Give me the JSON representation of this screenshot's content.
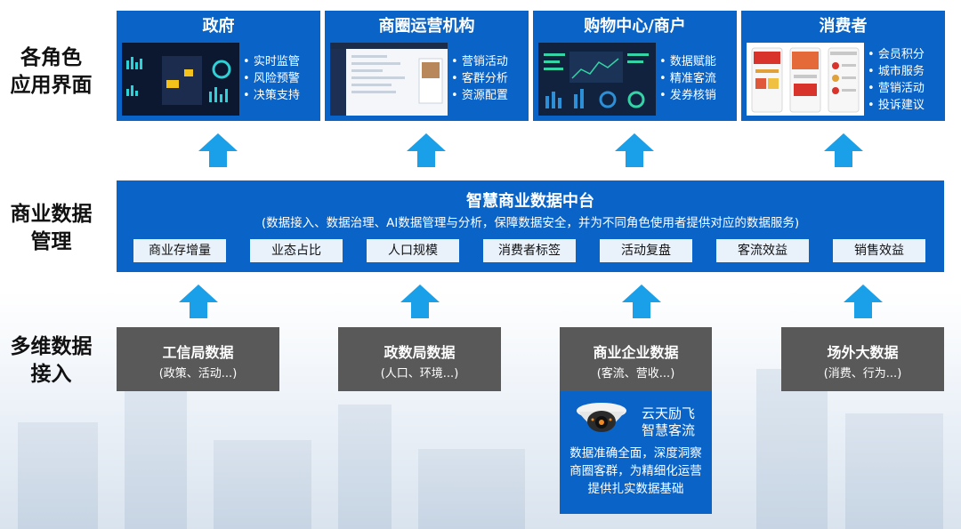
{
  "row_labels": {
    "top": "各角色\n应用界面",
    "middle": "商业数据\n管理",
    "bottom": "多维数据\n接入"
  },
  "roles": [
    {
      "title": "政府",
      "bullets": [
        "实时监管",
        "风险预警",
        "决策支持"
      ]
    },
    {
      "title": "商圈运营机构",
      "bullets": [
        "营销活动",
        "客群分析",
        "资源配置"
      ]
    },
    {
      "title": "购物中心/商户",
      "bullets": [
        "数据赋能",
        "精准客流",
        "发券核销"
      ]
    },
    {
      "title": "消费者",
      "bullets": [
        "会员积分",
        "城市服务",
        "营销活动",
        "投诉建议"
      ]
    }
  ],
  "platform": {
    "title": "智慧商业数据中台",
    "subtitle": "(数据接入、数据治理、AI数据管理与分析，保障数据安全，并为不同角色使用者提供对应的数据服务)",
    "tags": [
      "商业存增量",
      "业态占比",
      "人口规模",
      "消费者标签",
      "活动复盘",
      "客流效益",
      "销售效益"
    ]
  },
  "sources": [
    {
      "title": "工信局数据",
      "sub": "(政策、活动...)"
    },
    {
      "title": "政数局数据",
      "sub": "(人口、环境...)"
    },
    {
      "title": "商业企业数据",
      "sub": "(客流、营收...)"
    },
    {
      "title": "场外大数据",
      "sub": "(消费、行为...)"
    }
  ],
  "yuntian": {
    "name": "云天励飞\n智慧客流",
    "desc": "数据准确全面，深度洞察商圈客群，为精细化运营提供扎实数据基础"
  },
  "colors": {
    "primary": "#0a64c8",
    "arrow": "#1aa0e8",
    "source": "#595959",
    "tag_bg": "#e9f1fb"
  }
}
